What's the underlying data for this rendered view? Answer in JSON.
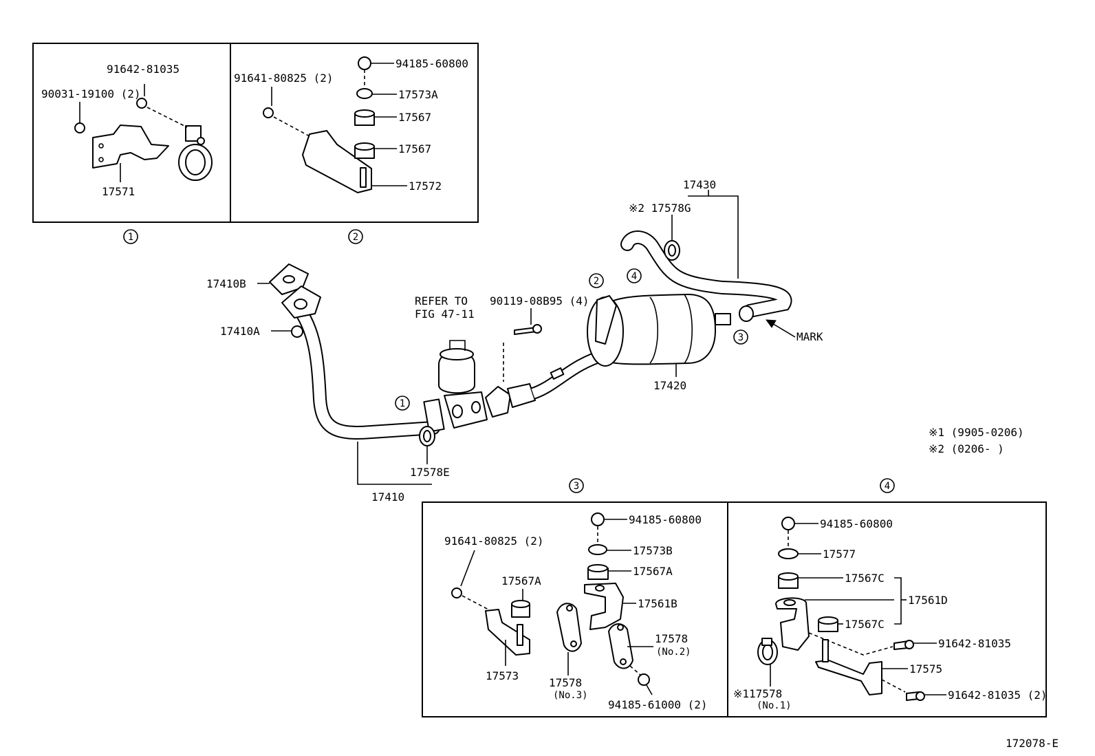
{
  "drawing_id": "172078-E",
  "notes": {
    "note1": "※1 (9905-0206)",
    "note2": "※2 (0206-       )"
  },
  "main": {
    "refer_line1": "REFER TO",
    "refer_line2": "FIG 47-11",
    "callout_1": "1",
    "callout_2": "2",
    "callout_3": "3",
    "callout_4": "4",
    "p_17410B": "17410B",
    "p_17410A": "17410A",
    "p_17410": "17410",
    "p_17578E": "17578E",
    "p_90119": "90119-08B95 (4)",
    "p_17420": "17420",
    "p_17430": "17430",
    "p_17578G": "※2 17578G",
    "mark": "MARK"
  },
  "detail1": {
    "callout": "1",
    "p_91642": "91642-81035",
    "p_90031": "90031-19100 (2)",
    "p_17571": "17571"
  },
  "detail2": {
    "callout": "2",
    "p_91641": "91641-80825 (2)",
    "p_94185": "94185-60800",
    "p_17573A": "17573A",
    "p_17567a": "17567",
    "p_17567b": "17567",
    "p_17572": "17572"
  },
  "detail3": {
    "callout": "3",
    "p_91641": "91641-80825 (2)",
    "p_94185_60800": "94185-60800",
    "p_17573B": "17573B",
    "p_17567A_right": "17567A",
    "p_17567A_left": "17567A",
    "p_17561B": "17561B",
    "p_17578_no2": "17578",
    "p_no2": "(No.2)",
    "p_17573": "17573",
    "p_17578_no3": "17578",
    "p_no3": "(No.3)",
    "p_94185_61000": "94185-61000 (2)"
  },
  "detail4": {
    "callout": "4",
    "p_94185": "94185-60800",
    "p_17577": "17577",
    "p_17567C_top": "17567C",
    "p_17561D": "17561D",
    "p_17567C_bottom": "17567C",
    "p_91642_single": "91642-81035",
    "p_17575": "17575",
    "p_17578_no1": "※117578",
    "p_no1": "(No.1)",
    "p_91642_two": "91642-81035 (2)"
  }
}
